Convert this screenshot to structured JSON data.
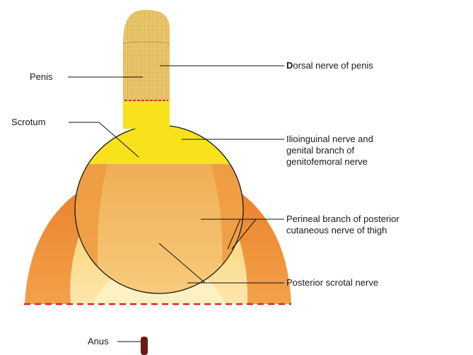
{
  "labels": {
    "penis": "Penis",
    "scrotum": "Scrotum",
    "anus": "Anus",
    "dorsal_nerve": {
      "prefix": "D",
      "rest": "orsal nerve of penis"
    },
    "ilioinguinal": [
      "Ilioinguinal nerve and",
      "genital branch of",
      "genitofemoral nerve"
    ],
    "perineal": [
      "Perineal branch of posterior",
      "cutaneous nerve of thigh"
    ],
    "posterior_scrotal": "Posterior scrotal nerve"
  },
  "colors": {
    "penis_fill": "#e9c56a",
    "penis_grid": "#c9a04a",
    "scrotum_upper": "#f7e21c",
    "scrotum_lower": "#f0b45c",
    "lateral_band": "#ec8a30",
    "posterior_light": "#fde39a",
    "posterior_fade": "#fff3cf",
    "dashed_line": "#d62c1a",
    "anus": "#6e1a12"
  }
}
